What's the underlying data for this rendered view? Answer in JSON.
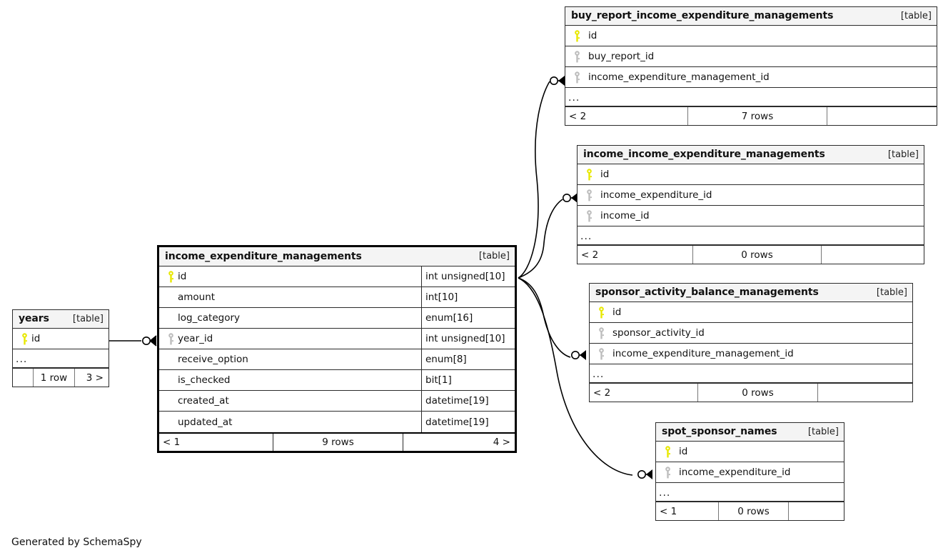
{
  "diagram": {
    "credit": "Generated by SchemaSpy",
    "table_tag": "[table]",
    "ellipsis": "...",
    "colors": {
      "primary_key": "#e8e800",
      "foreign_key": "#bdbdbd",
      "header_bg": "#f4f4f4",
      "border": "#2b2b2b",
      "focus_border": "#000000",
      "edge": "#000000",
      "background": "#ffffff"
    }
  },
  "tables": [
    {
      "id": "buy_report_income_expenditure_managements",
      "name": "buy_report_income_expenditure_managements",
      "tag": "[table]",
      "columns": [
        {
          "name": "id",
          "key": "primary",
          "type": ""
        },
        {
          "name": "buy_report_id",
          "key": "foreign",
          "type": ""
        },
        {
          "name": "income_expenditure_management_id",
          "key": "foreign",
          "type": ""
        }
      ],
      "ellipsis": "...",
      "footer": {
        "left": "< 2",
        "center": "7 rows",
        "right": ""
      }
    },
    {
      "id": "income_income_expenditure_managements",
      "name": "income_income_expenditure_managements",
      "tag": "[table]",
      "columns": [
        {
          "name": "id",
          "key": "primary",
          "type": ""
        },
        {
          "name": "income_expenditure_id",
          "key": "foreign",
          "type": ""
        },
        {
          "name": "income_id",
          "key": "foreign",
          "type": ""
        }
      ],
      "ellipsis": "...",
      "footer": {
        "left": "< 2",
        "center": "0 rows",
        "right": ""
      }
    },
    {
      "id": "sponsor_activity_balance_managements",
      "name": "sponsor_activity_balance_managements",
      "tag": "[table]",
      "columns": [
        {
          "name": "id",
          "key": "primary",
          "type": ""
        },
        {
          "name": "sponsor_activity_id",
          "key": "foreign",
          "type": ""
        },
        {
          "name": "income_expenditure_management_id",
          "key": "foreign",
          "type": ""
        }
      ],
      "ellipsis": "...",
      "footer": {
        "left": "< 2",
        "center": "0 rows",
        "right": ""
      }
    },
    {
      "id": "spot_sponsor_names",
      "name": "spot_sponsor_names",
      "tag": "[table]",
      "columns": [
        {
          "name": "id",
          "key": "primary",
          "type": ""
        },
        {
          "name": "income_expenditure_id",
          "key": "foreign",
          "type": ""
        }
      ],
      "ellipsis": "...",
      "footer": {
        "left": "< 1",
        "center": "0 rows",
        "right": ""
      }
    },
    {
      "id": "income_expenditure_managements",
      "name": "income_expenditure_managements",
      "tag": "[table]",
      "focus": true,
      "columns": [
        {
          "name": "id",
          "key": "primary",
          "type": "int unsigned[10]"
        },
        {
          "name": "amount",
          "key": "none",
          "type": "int[10]"
        },
        {
          "name": "log_category",
          "key": "none",
          "type": "enum[16]"
        },
        {
          "name": "year_id",
          "key": "foreign",
          "type": "int unsigned[10]"
        },
        {
          "name": "receive_option",
          "key": "none",
          "type": "enum[8]"
        },
        {
          "name": "is_checked",
          "key": "none",
          "type": "bit[1]"
        },
        {
          "name": "created_at",
          "key": "none",
          "type": "datetime[19]"
        },
        {
          "name": "updated_at",
          "key": "none",
          "type": "datetime[19]"
        }
      ],
      "footer": {
        "left": "< 1",
        "center": "9 rows",
        "right": "4 >"
      }
    },
    {
      "id": "years",
      "name": "years",
      "tag": "[table]",
      "columns": [
        {
          "name": "id",
          "key": "primary",
          "type": ""
        }
      ],
      "ellipsis": "...",
      "footer": {
        "left": "",
        "center": "1 row",
        "right": "3 >"
      }
    }
  ],
  "relationships": [
    {
      "from": "years.id",
      "to": "income_expenditure_managements.year_id",
      "cardinality": "zero-to-many"
    },
    {
      "from": "income_expenditure_managements.id",
      "to": "buy_report_income_expenditure_managements.income_expenditure_management_id",
      "cardinality": "zero-to-many"
    },
    {
      "from": "income_expenditure_managements.id",
      "to": "income_income_expenditure_managements.income_expenditure_id",
      "cardinality": "zero-to-many"
    },
    {
      "from": "income_expenditure_managements.id",
      "to": "sponsor_activity_balance_managements.income_expenditure_management_id",
      "cardinality": "zero-to-many"
    },
    {
      "from": "income_expenditure_managements.id",
      "to": "spot_sponsor_names.income_expenditure_id",
      "cardinality": "zero-to-many"
    }
  ]
}
